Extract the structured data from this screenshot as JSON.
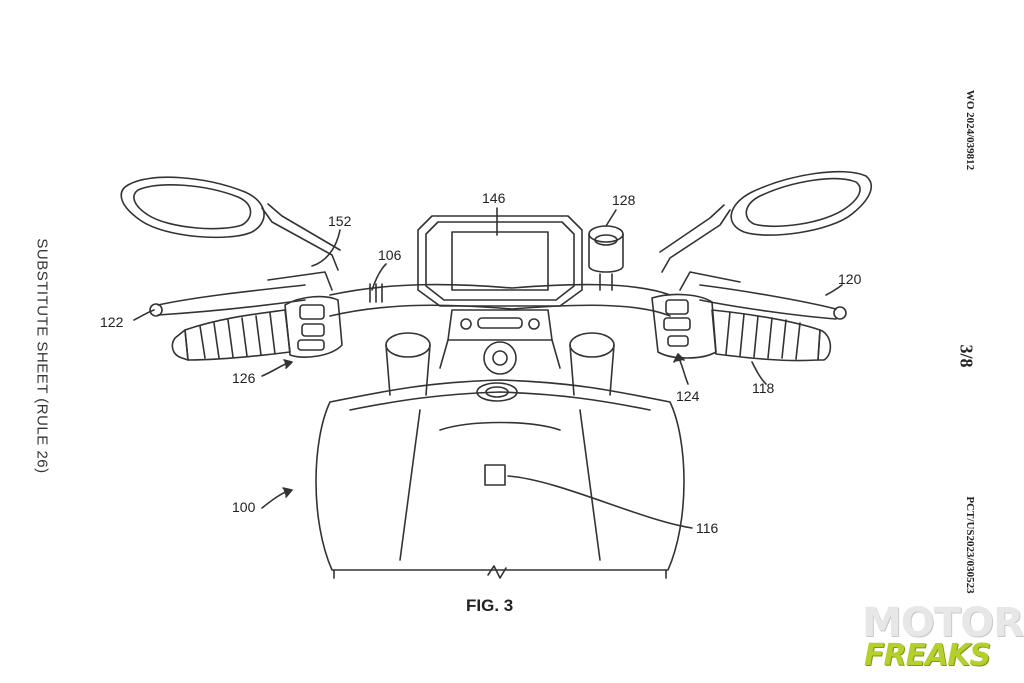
{
  "sheet": {
    "side_left": "SUBSTITUTE SHEET (RULE 26)",
    "publication_no": "WO 2024/039812",
    "sheet_no": "3/8",
    "application_no": "PCT/US2023/030523",
    "figure_title": "FIG. 3"
  },
  "refs": {
    "r100": "100",
    "r106": "106",
    "r116": "116",
    "r118": "118",
    "r120": "120",
    "r122": "122",
    "r124": "124",
    "r126": "126",
    "r128": "128",
    "r146": "146",
    "r152": "152"
  },
  "watermark": {
    "line1": "MOTOR",
    "line2": "FREAKS",
    "accent_color": "#b5cf2c"
  }
}
